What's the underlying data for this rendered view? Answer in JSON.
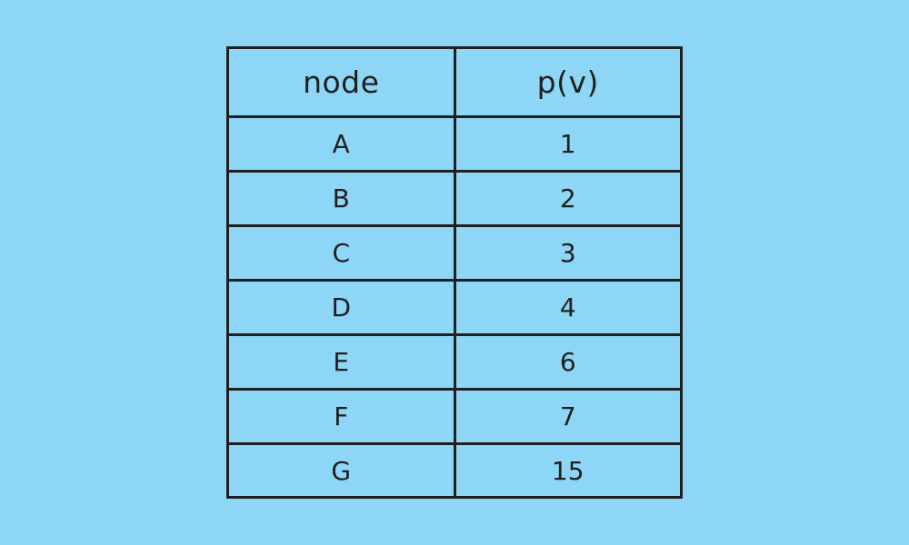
{
  "table": {
    "headers": [
      "node",
      "p(v)"
    ],
    "rows": [
      [
        "A",
        "1"
      ],
      [
        "B",
        "2"
      ],
      [
        "C",
        "3"
      ],
      [
        "D",
        "4"
      ],
      [
        "E",
        "6"
      ],
      [
        "F",
        "7"
      ],
      [
        "G",
        "15"
      ]
    ]
  },
  "colors": {
    "background": "#8ed6f6",
    "line": "#1f1f1f",
    "text": "#1f1f1f"
  }
}
